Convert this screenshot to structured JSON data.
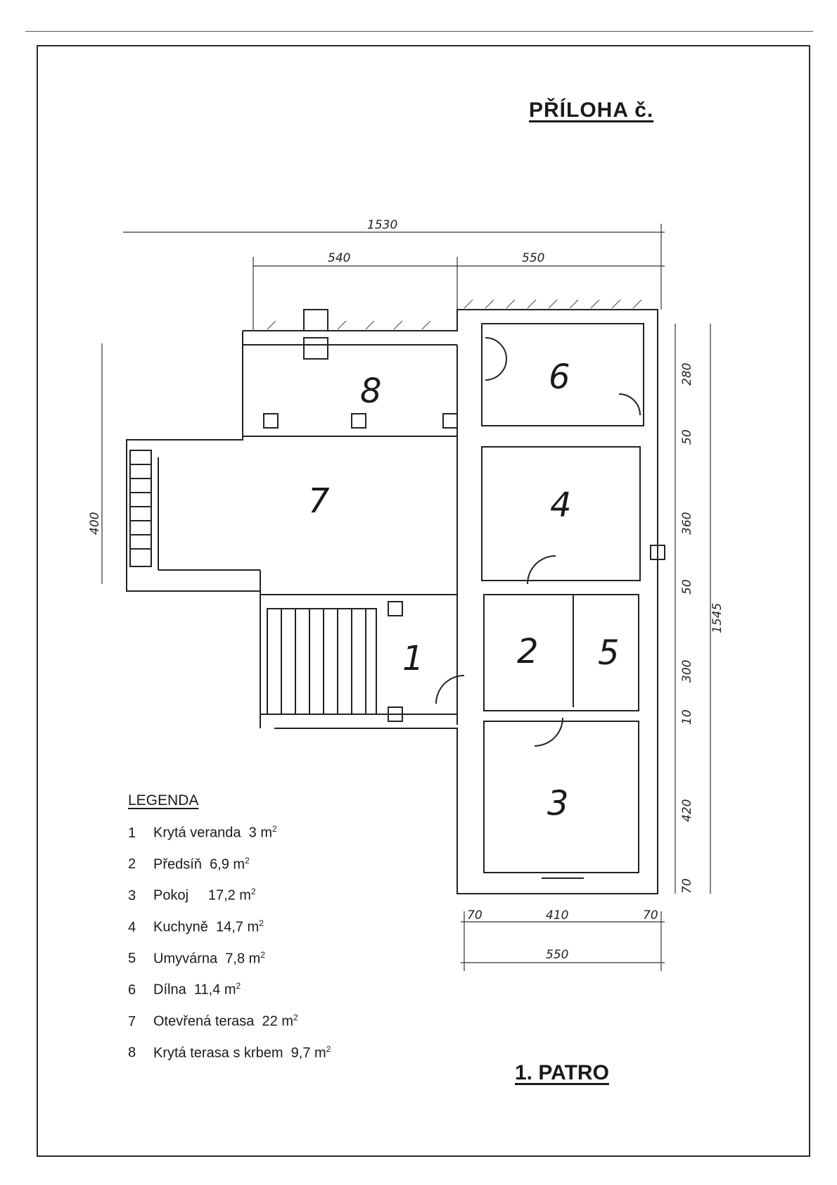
{
  "header": {
    "title": "PŘÍLOHA č."
  },
  "footer": {
    "floor_label": "1. PATRO"
  },
  "plan": {
    "rooms": [
      {
        "number": "1"
      },
      {
        "number": "2"
      },
      {
        "number": "3"
      },
      {
        "number": "4"
      },
      {
        "number": "5"
      },
      {
        "number": "6"
      },
      {
        "number": "7"
      },
      {
        "number": "8"
      }
    ],
    "dimensions": {
      "total_width": "1530",
      "width_left": "540",
      "width_right": "550",
      "height_total": "1545",
      "right_280": "280",
      "right_50a": "50",
      "right_360": "360",
      "right_50b": "50",
      "right_300": "300",
      "right_10": "10",
      "right_420": "420",
      "right_70": "70",
      "left_400": "400",
      "bottom_70a": "70",
      "bottom_410": "410",
      "bottom_70b": "70",
      "bottom_550": "550"
    }
  },
  "legend": {
    "heading": "LEGENDA",
    "items": [
      {
        "num": "1",
        "name": "Krytá veranda",
        "area": "3 m",
        "unit_sup": "2"
      },
      {
        "num": "2",
        "name": "Předsíň",
        "area": "6,9 m",
        "unit_sup": "2"
      },
      {
        "num": "3",
        "name": "Pokoj",
        "area": "17,2 m",
        "unit_sup": "2"
      },
      {
        "num": "4",
        "name": "Kuchyně",
        "area": "14,7 m",
        "unit_sup": "2"
      },
      {
        "num": "5",
        "name": "Umyvárna",
        "area": "7,8 m",
        "unit_sup": "2"
      },
      {
        "num": "6",
        "name": "Dílna",
        "area": "11,4 m",
        "unit_sup": "2"
      },
      {
        "num": "7",
        "name": "Otevřená terasa",
        "area": "22 m",
        "unit_sup": "2"
      },
      {
        "num": "8",
        "name": "Krytá terasa s krbem",
        "area": "9,7 m",
        "unit_sup": "2"
      }
    ]
  }
}
